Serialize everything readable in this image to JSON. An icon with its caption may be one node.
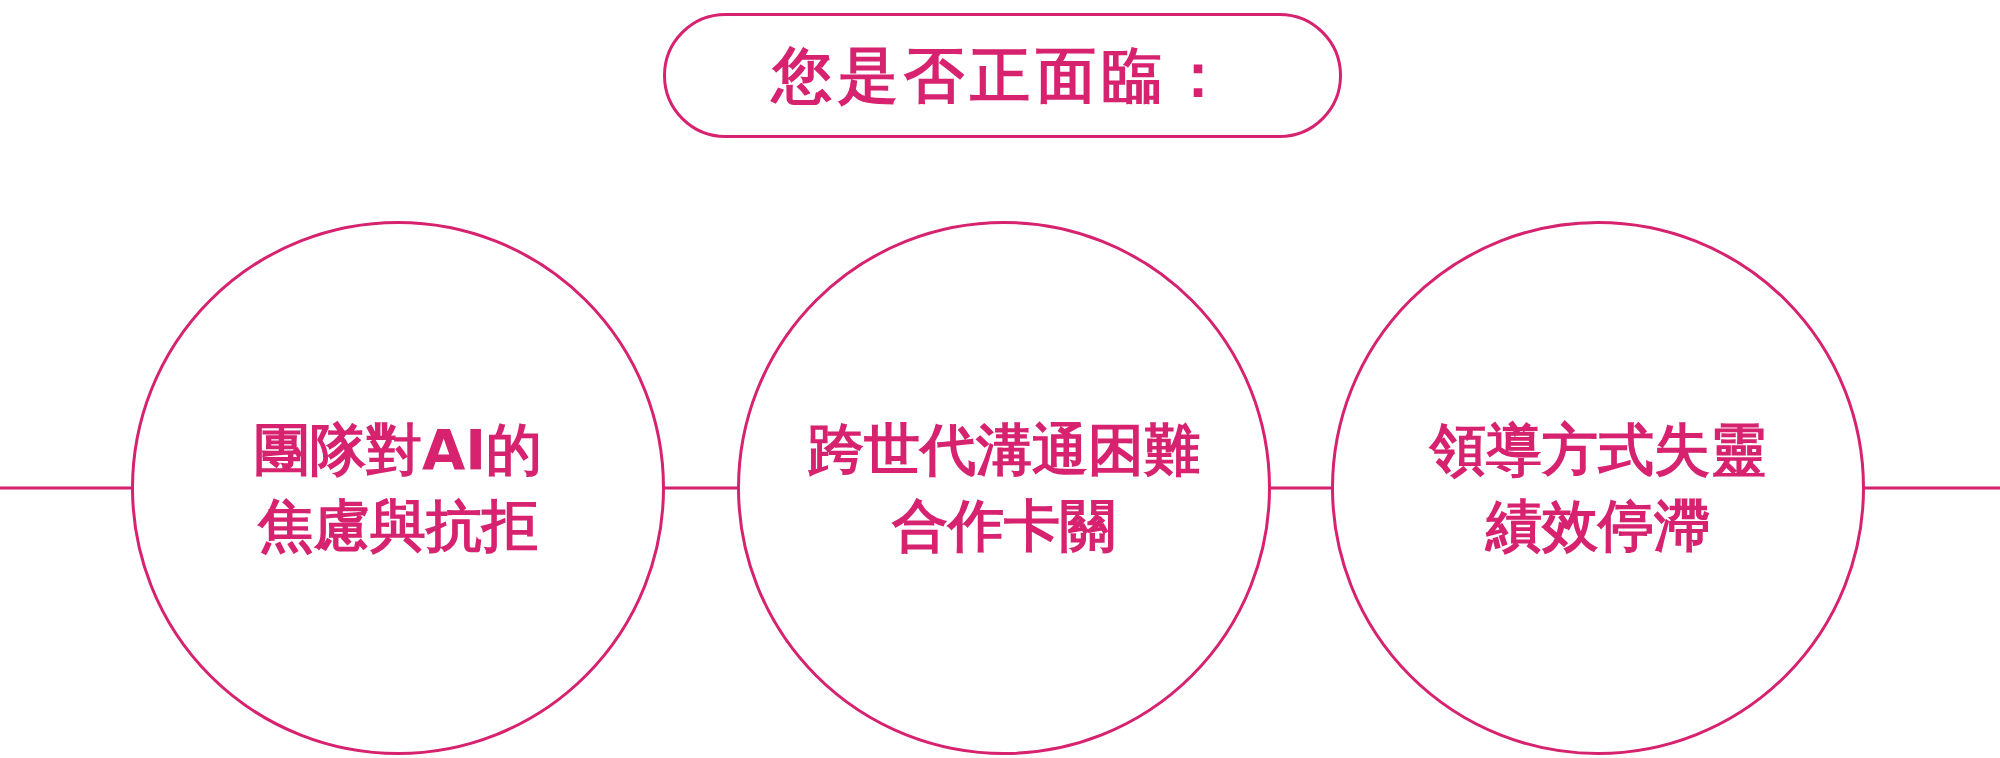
{
  "diagram": {
    "nodes": [
      {
        "text": [
          "您是否正面臨："
        ]
      },
      {
        "text": [
          "團隊對AI的焦慮與抗拒"
        ]
      },
      {
        "text": [
          "跨世代溝通困難合作卡關"
        ]
      },
      {
        "text": [
          "領導方式失靈績效停滯"
        ]
      }
    ],
    "edges": [
      {
        "from": null,
        "to": 1,
        "arrow": "none"
      },
      {
        "from": 1,
        "to": 2,
        "arrow": "none"
      },
      {
        "from": 2,
        "to": 3,
        "arrow": "none"
      },
      {
        "from": 3,
        "to": null,
        "arrow": "none"
      }
    ]
  }
}
